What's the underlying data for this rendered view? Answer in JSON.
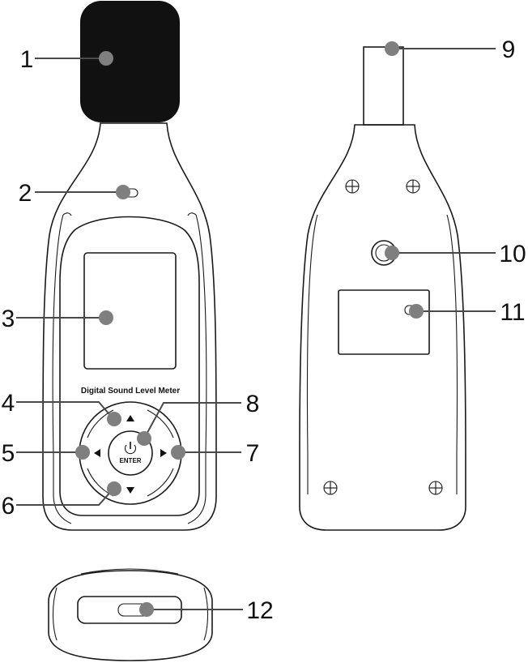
{
  "device": {
    "label": "Digital Sound Level Meter",
    "enter_label": "ENTER"
  },
  "colors": {
    "windscreen": "#111111",
    "callout_dot": "#7f7f7f",
    "outline": "#1a1a1a"
  },
  "icons": {
    "power": "power-icon",
    "up": "up-arrow-icon",
    "down": "down-arrow-icon",
    "left": "left-arrow-icon",
    "right": "right-arrow-icon"
  },
  "callouts": [
    "1",
    "2",
    "3",
    "4",
    "5",
    "6",
    "7",
    "8",
    "9",
    "10",
    "11",
    "12"
  ]
}
